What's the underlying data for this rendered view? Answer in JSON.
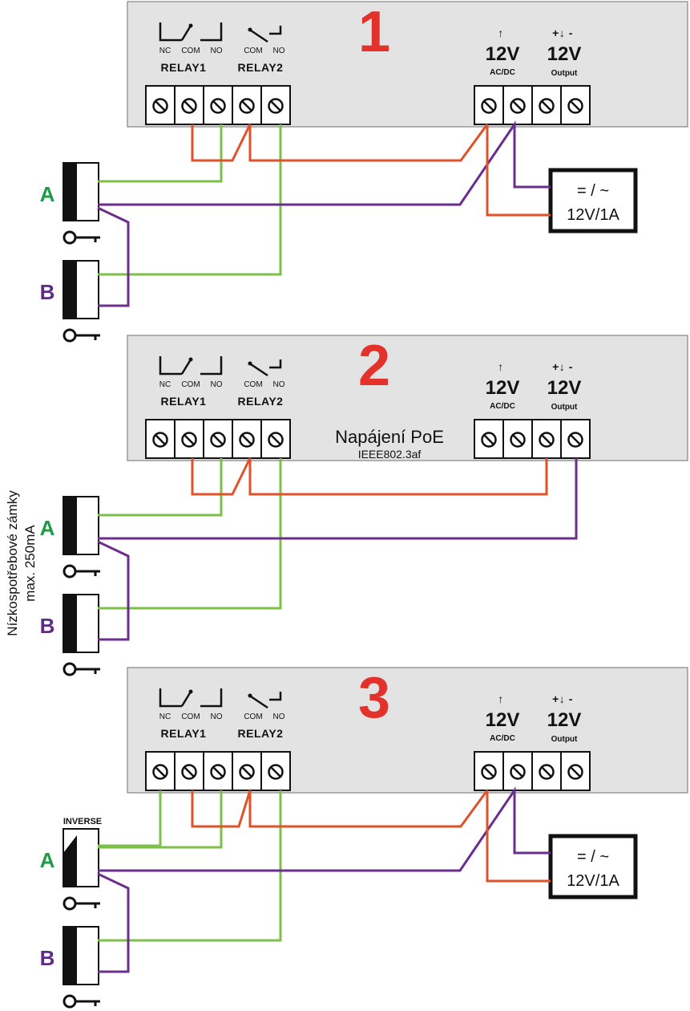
{
  "colors": {
    "red_wire": "#e0522a",
    "green_wire": "#7cc04a",
    "purple_wire": "#6b2d8e",
    "number_red": "#e2322b",
    "label_green": "#1f9a48",
    "label_purple": "#5b2d86",
    "panel_gray": "#e3e3e3"
  },
  "labels": {
    "nc": "NC",
    "com": "COM",
    "no": "NO",
    "relay1": "RELAY1",
    "relay2": "RELAY2",
    "v12": "12V",
    "acdc": "AC/DC",
    "output": "Output",
    "input_arrow": "↑",
    "output_polarity": "+↓ -",
    "door_a": "A",
    "door_b": "B",
    "psu_symbol": "= / ~",
    "psu_rating": "12V/1A",
    "poe_title": "Napájení PoE",
    "poe_standard": "IEEE802.3af",
    "inverse": "INVERSE",
    "side_note_line1": "Nízkospotřebové zámky",
    "side_note_line2": "max. 250mA"
  },
  "panels": [
    {
      "number": "1",
      "has_psu": true,
      "has_poe": false,
      "door_a_inverse": false
    },
    {
      "number": "2",
      "has_psu": false,
      "has_poe": true,
      "door_a_inverse": false
    },
    {
      "number": "3",
      "has_psu": true,
      "has_poe": false,
      "door_a_inverse": true
    }
  ],
  "icons": [
    "relay-nc-switch-icon",
    "relay-no-switch-icon",
    "terminal-screw-icon",
    "door-lock-icon",
    "key-icon",
    "power-supply-icon"
  ]
}
